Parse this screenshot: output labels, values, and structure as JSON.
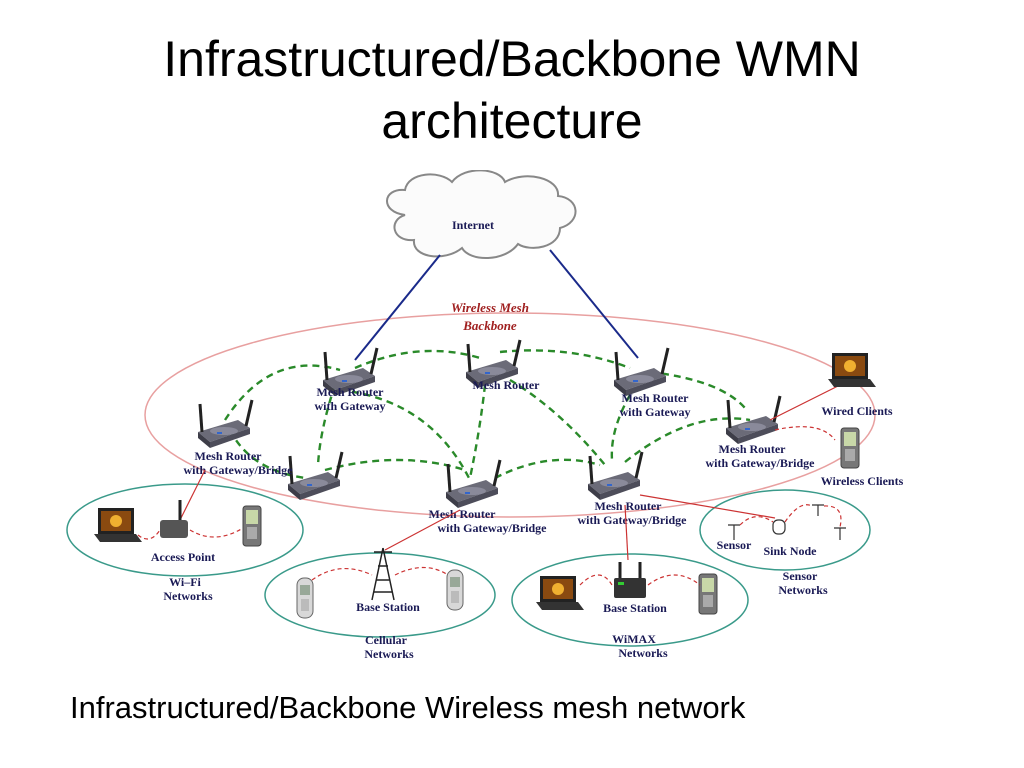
{
  "slide": {
    "title_line1": "Infrastructured/Backbone WMN",
    "title_line2": "architecture",
    "caption": "Infrastructured/Backbone Wireless mesh network"
  },
  "diagram": {
    "internet": "Internet",
    "backbone_line1": "Wireless Mesh",
    "backbone_line2": "Backbone",
    "router_gw_left_l1": "Mesh Router",
    "router_gw_left_l2": "with Gateway",
    "router_center": "Mesh Router",
    "router_gw_right_l1": "Mesh Router",
    "router_gw_right_l2": "with Gateway",
    "router_bridge_left_l1": "Mesh Router",
    "router_bridge_left_l2": "with Gateway/Bridge",
    "router_bridge_mid_l1": "Mesh Router",
    "router_bridge_mid_l2": "with Gateway/Bridge",
    "router_bridge_right_l1": "Mesh Router",
    "router_bridge_right_l2": "with Gateway/Bridge",
    "router_bridge_far_l1": "Mesh Router",
    "router_bridge_far_l2": "with Gateway/Bridge",
    "wired_clients": "Wired Clients",
    "wireless_clients": "Wireless Clients",
    "access_point": "Access Point",
    "wifi_l1": "Wi–Fi",
    "wifi_l2": "Networks",
    "base_station_cell": "Base Station",
    "cellular_l1": "Cellular",
    "cellular_l2": "Networks",
    "base_station_wimax": "Base Station",
    "wimax_l1": "WiMAX",
    "wimax_l2": "Networks",
    "sensor": "Sensor",
    "sink_node": "Sink Node",
    "sensor_net_l1": "Sensor",
    "sensor_net_l2": "Networks"
  },
  "colors": {
    "mesh_link": "#2a8a2a",
    "uplink": "#1a2a8a",
    "backbone_ellipse": "#e8a0a0",
    "client_ellipse": "#3a9a8a",
    "client_link": "#cc3333"
  }
}
